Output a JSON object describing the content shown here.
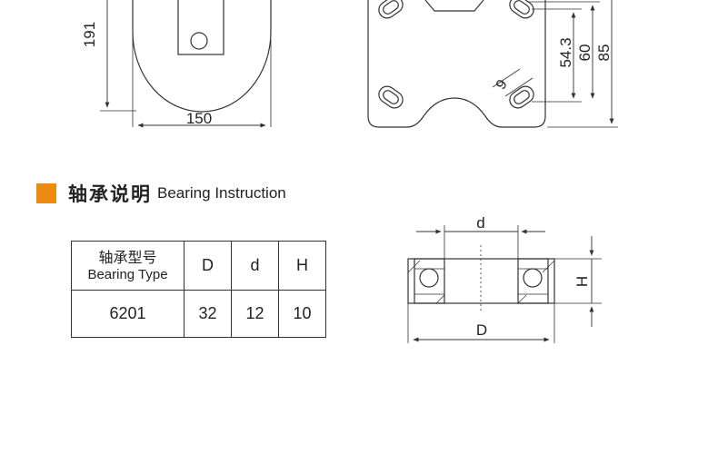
{
  "wheel_drawing": {
    "height_label": "191",
    "diameter_label": "150"
  },
  "plate_drawing": {
    "dim_a": "54.3",
    "dim_b": "60",
    "dim_c": "85",
    "slot_label": "9"
  },
  "section": {
    "title_cn": "轴承说明",
    "title_en": "Bearing Instruction"
  },
  "table": {
    "type_header_cn": "轴承型号",
    "type_header_en": "Bearing Type",
    "headers": [
      "D",
      "d",
      "H"
    ],
    "row": {
      "type": "6201",
      "values": [
        "32",
        "12",
        "10"
      ]
    }
  },
  "bearing_drawing": {
    "inner_label": "d",
    "outer_label": "D",
    "height_label": "H"
  },
  "colors": {
    "accent": "#ef8a13",
    "line": "#333333",
    "face": "#ffffff"
  }
}
